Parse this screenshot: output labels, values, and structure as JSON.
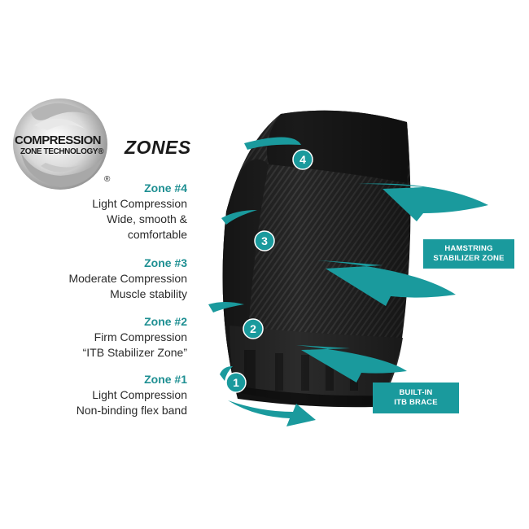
{
  "logo": {
    "line1": "COMPRESSION",
    "line2": "ZONE TECHNOLOGY",
    "trademark": "®",
    "registered": "®"
  },
  "title": "ZONES",
  "zones": [
    {
      "heading": "Zone #4",
      "lines": [
        "Light Compression",
        "Wide, smooth &",
        "comfortable"
      ],
      "number": "4"
    },
    {
      "heading": "Zone #3",
      "lines": [
        "Moderate Compression",
        "Muscle stability"
      ],
      "number": "3"
    },
    {
      "heading": "Zone #2",
      "lines": [
        "Firm Compression",
        "“ITB Stabilizer Zone”"
      ],
      "number": "2"
    },
    {
      "heading": "Zone #1",
      "lines": [
        "Light Compression",
        "Non-binding flex band"
      ],
      "number": "1"
    }
  ],
  "callouts": {
    "hamstring": [
      "HAMSTRING",
      "STABILIZER ZONE"
    ],
    "itb": [
      "BUILT-IN",
      "ITB BRACE"
    ]
  },
  "colors": {
    "accent": "#1a9a9d",
    "sleeve": "#1b1b1b",
    "text": "#2a2a2a"
  }
}
